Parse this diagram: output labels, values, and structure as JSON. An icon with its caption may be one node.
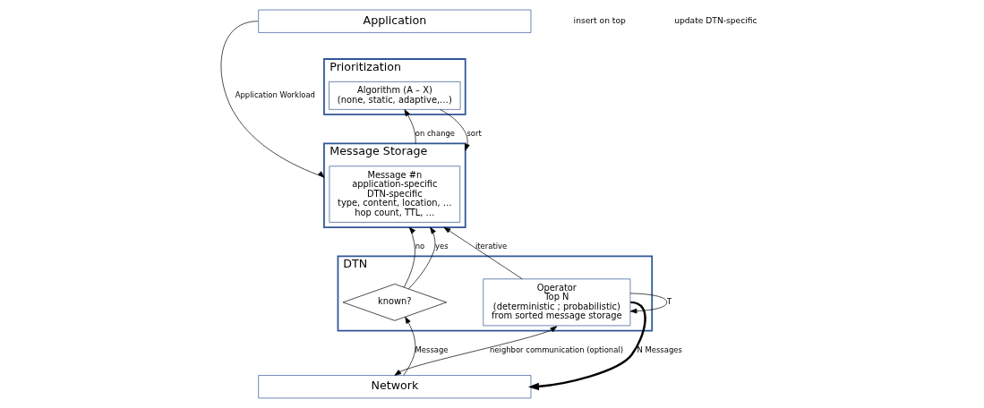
{
  "diagram": {
    "nodes": [
      {
        "text": [
          "Application"
        ]
      },
      {
        "text": [
          "Prioritization"
        ]
      },
      {
        "text": [
          "Algorithm (A – X)",
          "(none, static, adaptive,…)"
        ],
        "in": 1
      },
      {
        "text": [
          "Message Storage"
        ]
      },
      {
        "text": [
          "Message #n",
          "application-specific",
          "DTN-specific",
          "type, content, location, …",
          "hop count, TTL, …"
        ],
        "in": 3
      },
      {
        "text": [
          "DTN"
        ]
      },
      {
        "text": [
          "known?"
        ],
        "in": 5
      },
      {
        "text": [
          "Operator",
          "Top N",
          "(deterministic ; probabilistic)",
          "from sorted message storage"
        ],
        "in": 5
      },
      {
        "text": [
          "Network"
        ]
      }
    ],
    "edges": [
      {
        "from": 0,
        "to": 3,
        "arrow": "to",
        "label": "Application Workload"
      },
      {
        "from": 8,
        "to": 6,
        "arrow": "to",
        "label": "Message"
      },
      {
        "from": 6,
        "to": 3,
        "arrow": "to",
        "label": "no"
      },
      {
        "from": 6,
        "to": 3,
        "arrow": "to",
        "label": "yes"
      },
      {
        "from": 3,
        "to": 2,
        "arrow": "to",
        "label": "on change"
      },
      {
        "from": 2,
        "to": 3,
        "arrow": "to",
        "label": "sort"
      },
      {
        "from": 7,
        "to": 3,
        "arrow": "to",
        "label": "iterative"
      },
      {
        "from": 7,
        "to": 7,
        "arrow": "to",
        "label": "T"
      },
      {
        "from": 7,
        "to": 8,
        "arrow": "both",
        "label": "neighbor communication (optional)"
      },
      {
        "from": 7,
        "to": 8,
        "arrow": "to",
        "label": "N Messages",
        "style": "thick"
      }
    ],
    "labels": [
      "insert on top",
      "update DTN-specific"
    ]
  }
}
